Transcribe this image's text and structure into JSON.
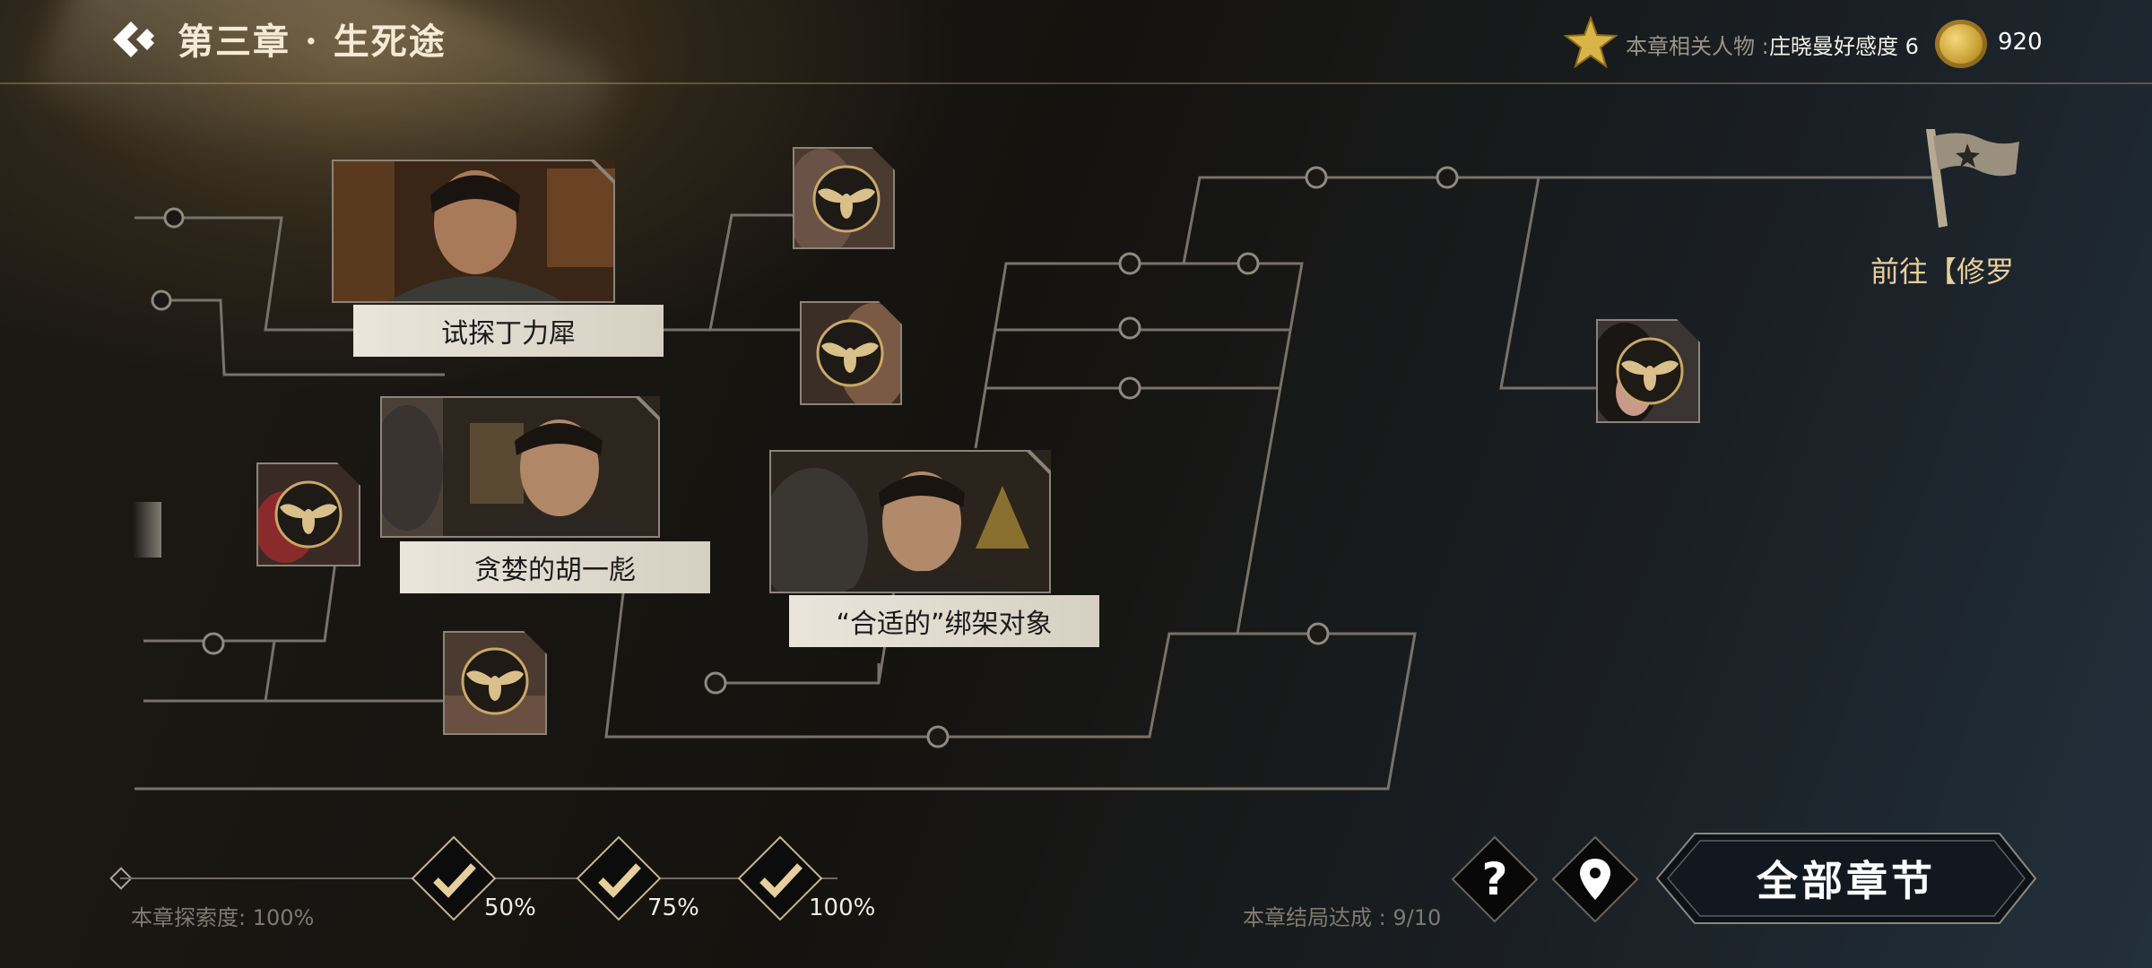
{
  "header": {
    "chapter_title": "第三章 · 生死途",
    "related_label": "本章相关人物 :",
    "related_value": "庄晓曼好感度 6",
    "coins": "920"
  },
  "story_nodes": [
    {
      "caption": "试探丁力犀"
    },
    {
      "caption": "贪婪的胡一彪"
    },
    {
      "caption": "“合适的”绑架对象"
    }
  ],
  "goto_text": "前往【修罗",
  "footer": {
    "explore_label": "本章探索度:  100%",
    "milestones": [
      "50%",
      "75%",
      "100%"
    ],
    "ending_label": "本章结局达成 :   9/10",
    "all_chapters": "全部章节"
  },
  "icons": {
    "back": "back-chevron-icon",
    "star": "star-icon",
    "coin": "coin-icon",
    "locked_node": "moth-emblem-icon",
    "flag": "flag-icon",
    "help": "question-icon",
    "map": "location-pin-icon",
    "check": "check-icon"
  },
  "colors": {
    "accent_gold": "#e8cf9a",
    "caption_bg": "#e9e5db",
    "line": "#7a756c"
  }
}
